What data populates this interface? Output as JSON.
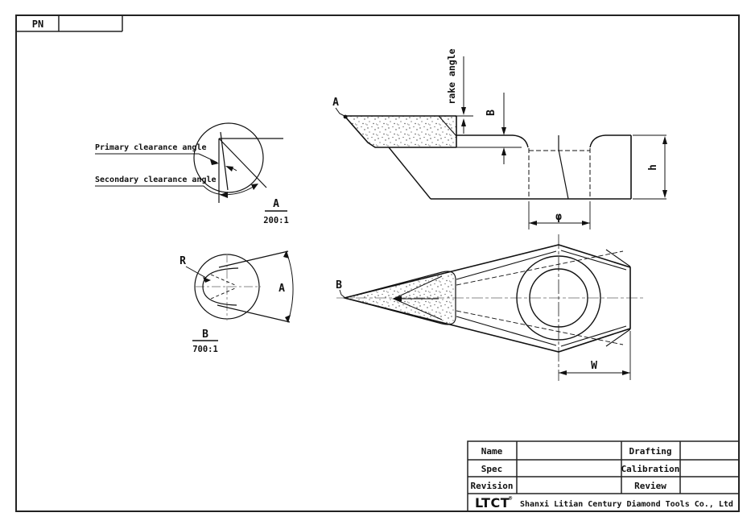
{
  "sheet": {
    "pn_label": "PN"
  },
  "detail_a": {
    "primary_label": "Primary clearance angle",
    "secondary_label": "Secondary clearance angle",
    "view_letter": "A",
    "scale": "200:1"
  },
  "detail_b": {
    "radius_label": "R",
    "angle_label": "A",
    "view_letter": "B",
    "scale": "700:1"
  },
  "side_view": {
    "view_arrow_label": "A",
    "rake_label": "rake angle",
    "edge_dim": "B",
    "height_dim": "h",
    "hole_dim": "φ"
  },
  "top_view": {
    "view_arrow_label": "B",
    "width_dim": "W"
  },
  "title_block": {
    "col1": [
      "Name",
      "Spec",
      "Revision"
    ],
    "col2": [
      "Drafting",
      "Calibration",
      "Review"
    ],
    "company": {
      "logo": "LTCT",
      "reg": "®",
      "name": "Shanxi Litian Century Diamond Tools Co., Ltd"
    }
  },
  "colors": {
    "line": "#1a1a1a",
    "centerline": "#888888",
    "background": "#ffffff"
  }
}
